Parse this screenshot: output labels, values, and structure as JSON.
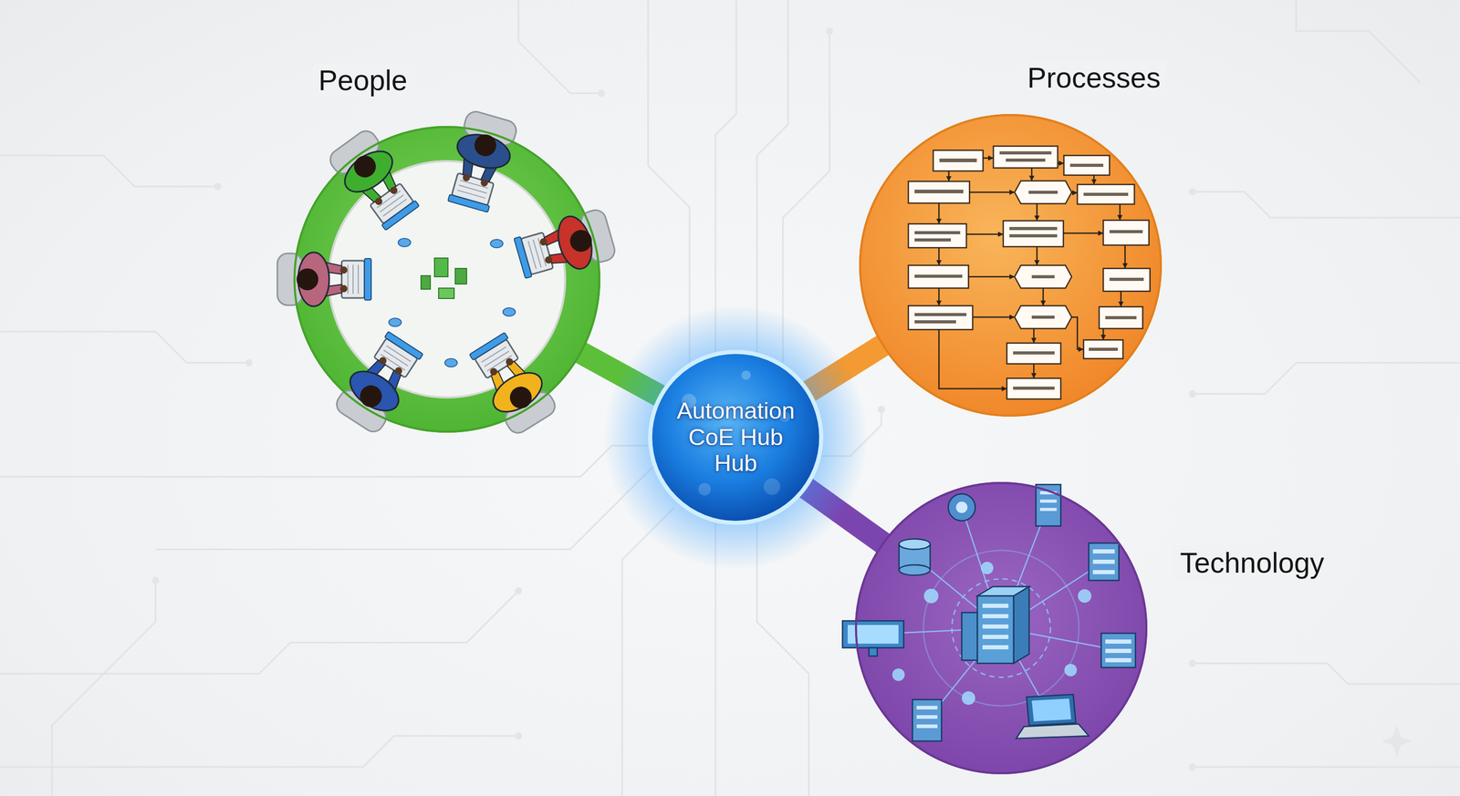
{
  "diagram": {
    "nodes": [
      {
        "text": [
          "People"
        ]
      },
      {
        "text": [
          "Processes"
        ]
      },
      {
        "text": [
          "Automation CoE Hub Hub"
        ]
      },
      {
        "text": [
          "Technology"
        ]
      }
    ],
    "edges": [
      {
        "from": 2,
        "to": 0,
        "arrow": "none"
      },
      {
        "from": 2,
        "to": 1,
        "arrow": "none"
      },
      {
        "from": 2,
        "to": 3,
        "arrow": "none"
      }
    ]
  }
}
